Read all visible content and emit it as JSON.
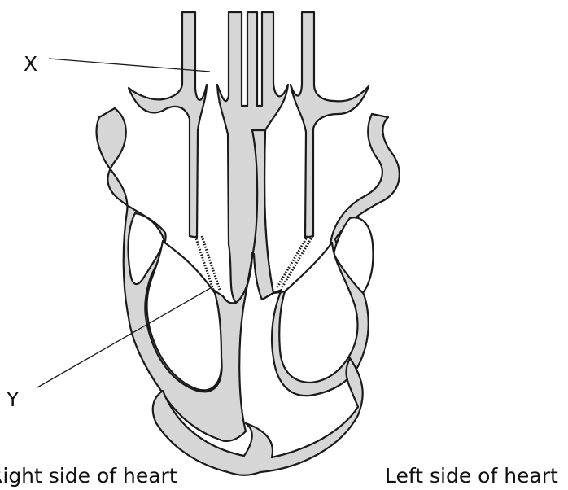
{
  "labels": {
    "x": "X",
    "y": "Y",
    "right_side": "Right side of heart",
    "left_side": "Left side of heart"
  },
  "colors": {
    "tissue": "#d6d6d6",
    "outline": "#1a1a1a",
    "background": "#ffffff"
  }
}
